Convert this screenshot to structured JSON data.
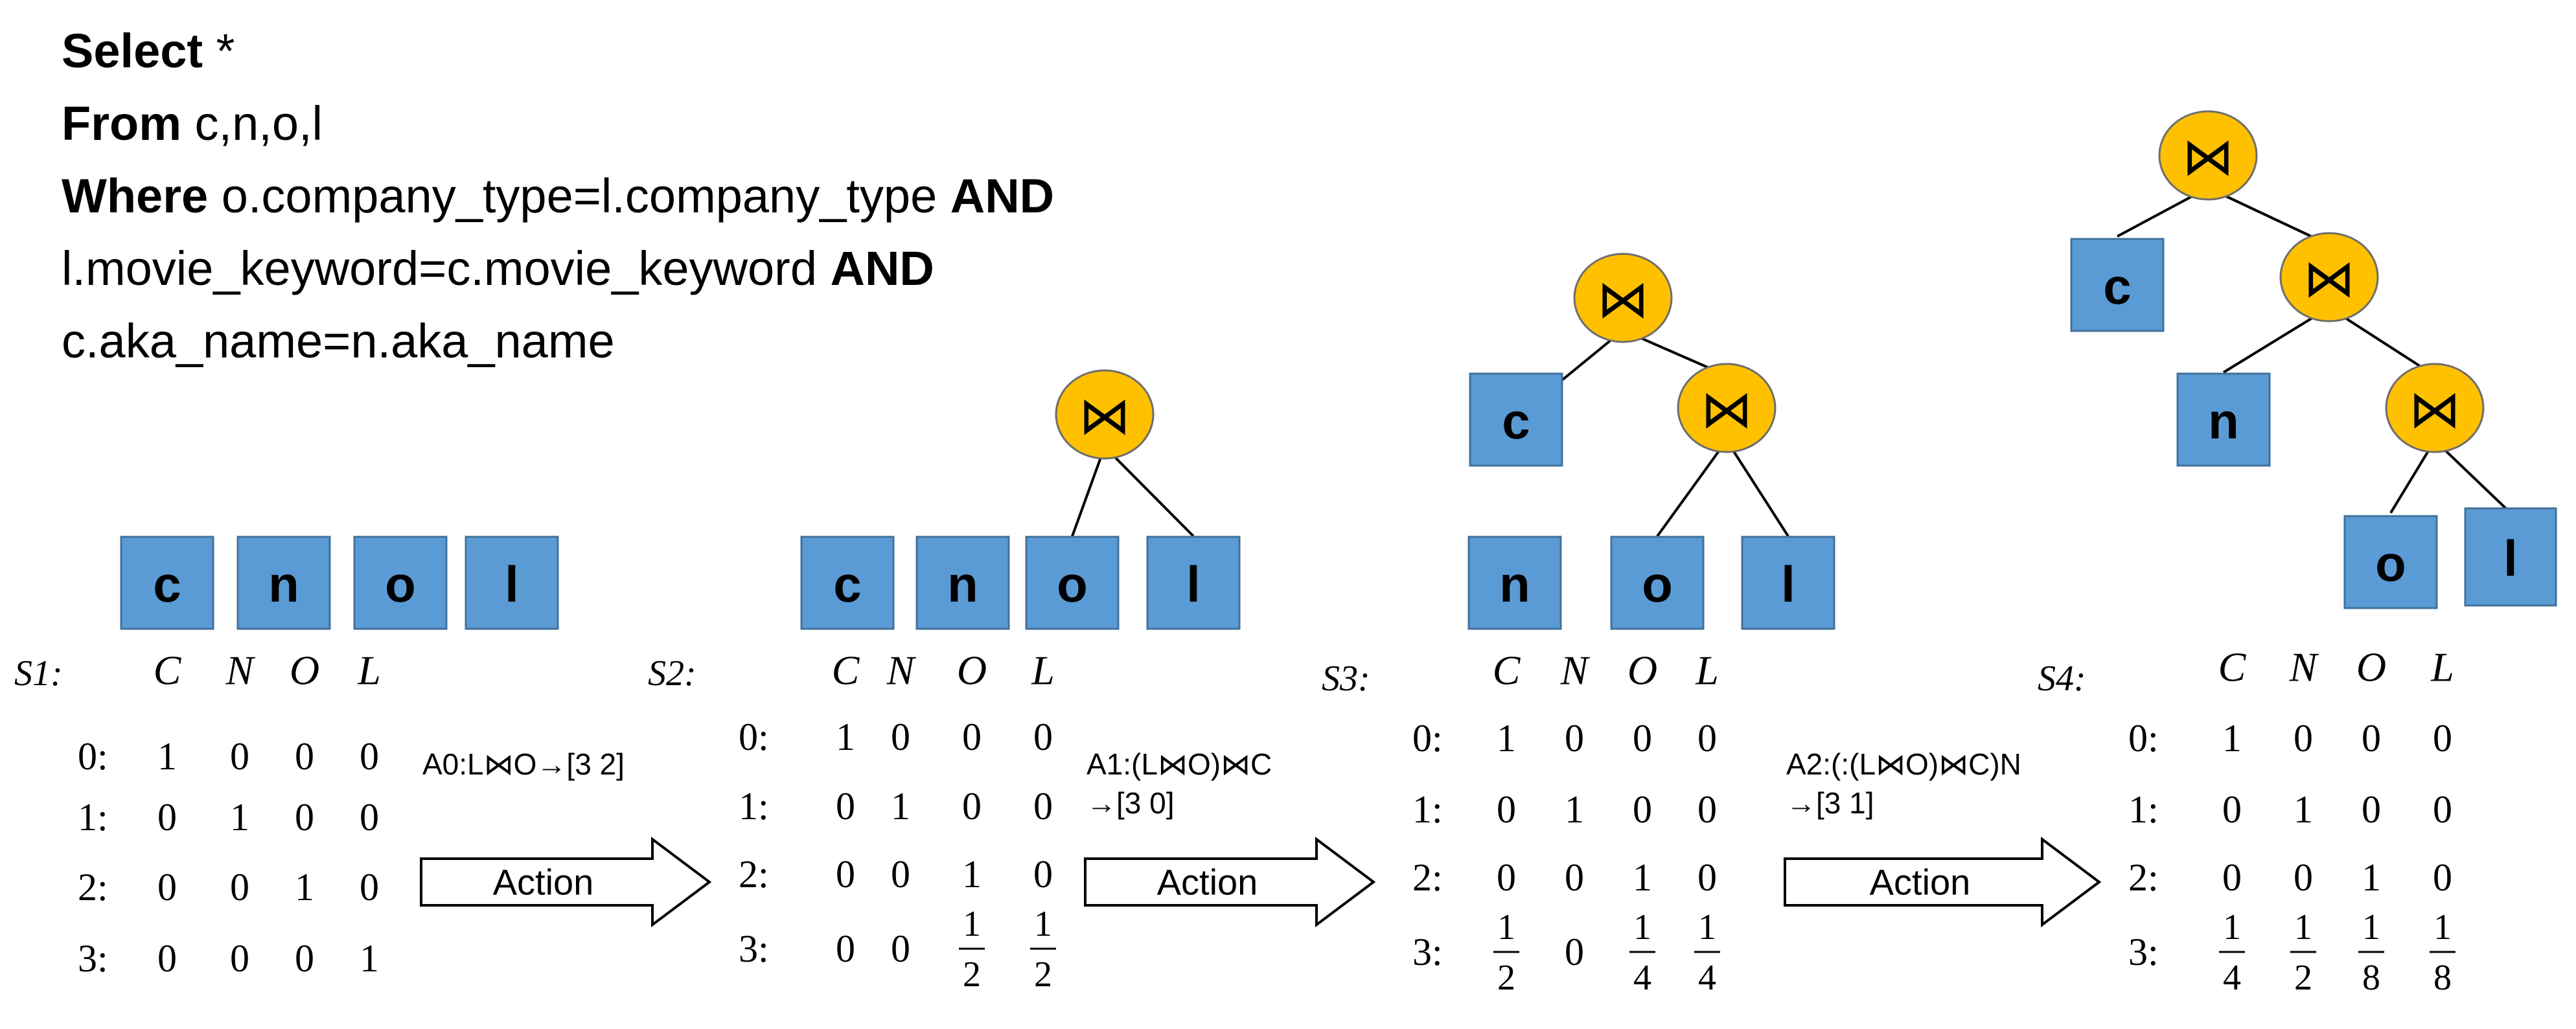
{
  "query": {
    "line1": {
      "kw": "Select",
      "rest": " *"
    },
    "line2": {
      "kw": "From",
      "rest": " c,n,o,l"
    },
    "line3": {
      "kw": "Where",
      "rest": " o.company_type=l.company_type ",
      "kw2": "AND"
    },
    "line4": {
      "rest": "l.movie_keyword=c.movie_keyword ",
      "kw2": "AND"
    },
    "line5": {
      "rest": "c.aka_name=n.aka_name"
    }
  },
  "colors": {
    "box": "#5b9bd5",
    "box_border": "#41719c",
    "join": "#ffc000",
    "join_border": "#6d6d6d"
  },
  "join_symbol": "⋈",
  "columns": [
    "C",
    "N",
    "O",
    "L"
  ],
  "row_labels": [
    "0:",
    "1:",
    "2:",
    "3:"
  ],
  "states": [
    {
      "label": "S1:",
      "boxes": [
        "c",
        "n",
        "o",
        "l"
      ],
      "matrix": [
        [
          "1",
          "0",
          "0",
          "0"
        ],
        [
          "0",
          "1",
          "0",
          "0"
        ],
        [
          "0",
          "0",
          "1",
          "0"
        ],
        [
          "0",
          "0",
          "0",
          "1"
        ]
      ]
    },
    {
      "label": "S2:",
      "boxes": [
        "c",
        "n",
        "o",
        "l"
      ],
      "matrix": [
        [
          "1",
          "0",
          "0",
          "0"
        ],
        [
          "0",
          "1",
          "0",
          "0"
        ],
        [
          "0",
          "0",
          "1",
          "0"
        ],
        [
          "0",
          "0",
          "1/2",
          "1/2"
        ]
      ]
    },
    {
      "label": "S3:",
      "boxes": [
        "c",
        "n",
        "o",
        "l"
      ],
      "matrix": [
        [
          "1",
          "0",
          "0",
          "0"
        ],
        [
          "0",
          "1",
          "0",
          "0"
        ],
        [
          "0",
          "0",
          "1",
          "0"
        ],
        [
          "1/2",
          "0",
          "1/4",
          "1/4"
        ]
      ]
    },
    {
      "label": "S4:",
      "boxes": [
        "c",
        "n",
        "o",
        "l"
      ],
      "matrix": [
        [
          "1",
          "0",
          "0",
          "0"
        ],
        [
          "0",
          "1",
          "0",
          "0"
        ],
        [
          "0",
          "0",
          "1",
          "0"
        ],
        [
          "1/4",
          "1/2",
          "1/8",
          "1/8"
        ]
      ]
    }
  ],
  "actions": [
    {
      "label": "Action",
      "lines": [
        "A0:L⋈O→[3 2]"
      ]
    },
    {
      "label": "Action",
      "lines": [
        "A1:(L⋈O)⋈C",
        "→[3 0]"
      ]
    },
    {
      "label": "Action",
      "lines": [
        "A2:(:(L⋈O)⋈C)N",
        "→[3 1]"
      ]
    }
  ]
}
